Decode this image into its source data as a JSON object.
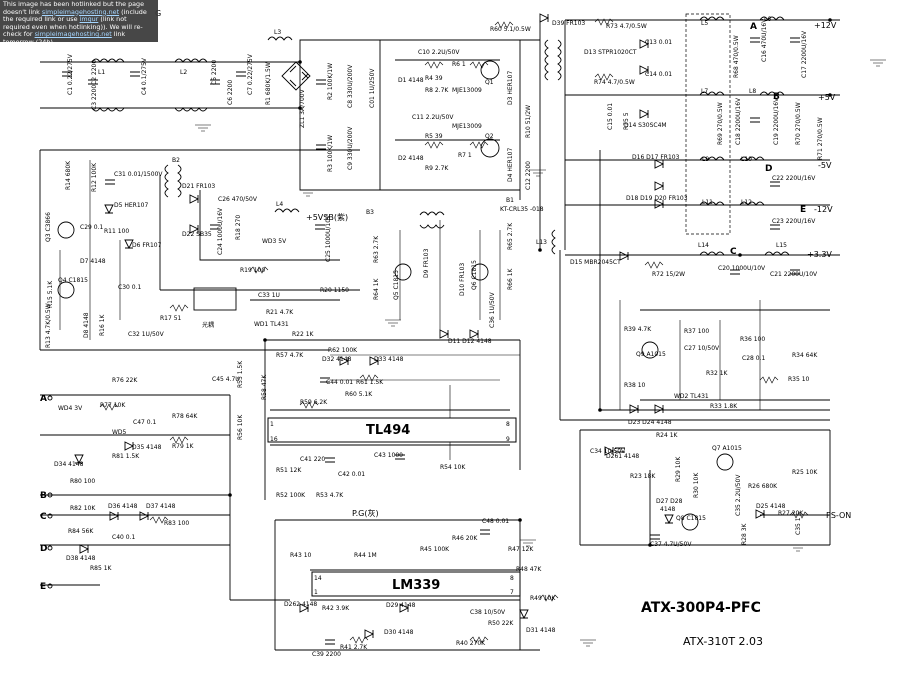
{
  "notice": {
    "t1": "This image has been hotlinked but the page doesn't link ",
    "link1": "simpleimagehosting.net",
    "t2": " (include the required link or use ",
    "link2": "imgur",
    "t3": " (link not required even when hotlinking)). We will re-check for ",
    "link3": "simpleimagehosting.net",
    "t4": " link tomorrow (24h)."
  },
  "titles": {
    "main": "ATX-300P4-PFC",
    "sub": "ATX-310T 2.03"
  },
  "ics": {
    "u1": "TL494",
    "u2": "LM339"
  },
  "rails": {
    "p12": "+12V",
    "p5": "+5V",
    "m5": "-5V",
    "m12": "-12V",
    "p33": "+3.3V",
    "vsb": "+5VSB(紫)",
    "pg": "P.G(灰)",
    "pson": "PS-ON",
    "g": "G",
    "optic": "光耦"
  },
  "nodes": [
    "A",
    "B",
    "C",
    "D",
    "E"
  ],
  "parts": {
    "C1": "C1 0.22/275V",
    "C2": "C2 2200",
    "C3": "C3 2200",
    "C4": "C4 0.1/275V",
    "C5": "C5 2200",
    "C6": "C6 2200",
    "C7": "C7 0.22/275V",
    "L1": "L1",
    "L2": "L2",
    "L3": "L3",
    "R1": "R1 680K/1.5W",
    "ZL1": "ZL1 3A/700V",
    "R2": "R2 100K/1W",
    "R3": "R3 100K/1W",
    "C8": "C8 330U/200V",
    "C9": "C9 330U/200V",
    "C01": "C01 1U/250V",
    "B1": "B1",
    "B2": "B2",
    "B3": "B3",
    "BL": "KT-CRL35 -018",
    "C10": "C10 2.2U/50V",
    "R4": "R4 39",
    "R6": "R6 1",
    "R8": "R8 2.7K",
    "D1": "D1 4148",
    "Q1": "Q1",
    "Q1t": "MJE13009",
    "D3": "D3 HER107",
    "C11": "C11 2.2U/50V",
    "R5": "R5 39",
    "R7": "R7 1",
    "R9": "R9 2.7K",
    "D2": "D2 4148",
    "Q2": "Q2",
    "Q2t": "MJE13009",
    "D4": "D4 HER107",
    "R10": "R10 51/2W",
    "C12": "C12 2200",
    "R60": "R60 5.1/0.5W",
    "D39": "D39 FR103",
    "R73": "R73 4.7/0.5W",
    "C13": "C13 0.01",
    "D13": "D13 STPR1020CT",
    "R74": "R74 4.7/0.5W",
    "C14": "C14 0.01",
    "C15": "C15 0.01",
    "R75": "R75 5",
    "D14": "D14 S30SC4M",
    "L5": "L5",
    "L6": "L6",
    "L7": "L7",
    "L8": "L8",
    "L9": "L9",
    "L10": "L10",
    "L11": "L11",
    "L12": "L12",
    "L13": "L13",
    "L14": "L14",
    "L15": "L15",
    "R68": "R68 470/0.5W",
    "C16": "C16 470U/16V",
    "C17": "C17 2200U/16V",
    "C18": "C18 2200U/16V",
    "C19": "C19 2200U/16V",
    "R69": "R69 270/0.5W",
    "R70": "R70 270/0.5W",
    "R71": "R71 270/0.5W",
    "D16": "D16 D17 FR103",
    "D18": "D18 D19 D20 FR103",
    "C22": "C22 220U/16V",
    "C23": "C23 220U/16V",
    "D15": "D15 MBR2045CT",
    "R72": "R72 15/2W",
    "C20": "C20 1000U/10V",
    "C21": "C21 2200U/10V",
    "R14": "R14 680K",
    "R12": "R12 100K",
    "C31": "C31 0.01/1500V",
    "D5": "D5 HER107",
    "D21": "D21 FR103",
    "D22": "D22 SB35",
    "C26": "C26 470/50V",
    "C24": "C24 1000U/16V",
    "R18": "R18 270",
    "L4": "L4",
    "WD3": "WD3 5V",
    "C25": "C25 1000U/10V",
    "Q3": "Q3 C3866",
    "C29": "C29 0.1",
    "R11": "R11 100",
    "D6": "D6 FR107",
    "D7": "D7 4148",
    "Q4": "Q4 C1815",
    "C30": "C30 0.1",
    "R15": "R15 5.1K",
    "R16": "R16 1K",
    "D8": "D8 4148",
    "R13": "R13 4.7K/0.5W",
    "R17": "R17 51",
    "C32": "C32 1U/50V",
    "R19": "R19 100",
    "R20": "R20 1150",
    "C33": "C33 1U",
    "R21": "R21 4.7K",
    "WD1": "WD1 TL431",
    "R22": "R22 1K",
    "R63": "R63 2.7K",
    "R64": "R64 1K",
    "Q5": "Q5 C1815",
    "D9": "D9 FR103",
    "D10": "D10 FR103",
    "Q6": "Q6 C1815",
    "R65": "R65 2.7K",
    "R66": "R66 1K",
    "C36": "C36 1U/50V",
    "D11": "D11 D12 4148",
    "R57": "R57 4.7K",
    "R62": "R62 100K",
    "D32": "D32 4148",
    "D33": "D33 4148",
    "C44": "C44 0.01",
    "R61": "R61 1.5K",
    "R60b": "R60 5.1K",
    "R59": "R59 6.2K",
    "R58": "R58 47K",
    "R55": "R55 1.5K",
    "R56": "R56 10K",
    "C45": "C45 4.7U",
    "C41": "C41 220",
    "C42": "C42 0.01",
    "C43": "C43 1000",
    "R54": "R54 10K",
    "R51": "R51 12K",
    "R52": "R52 100K",
    "R53": "R53 4.7K",
    "R76": "R76 22K",
    "R77": "R77 10K",
    "C47": "C47 0.1",
    "R78": "R78 64K",
    "R79": "R79 1K",
    "WD4": "WD4 3V",
    "WD5": "WD5",
    "R81": "R81 1.5K",
    "D35": "D35 4148",
    "D34": "D34 4148",
    "R80": "R80 100",
    "R82": "R82 10K",
    "D36": "D36 4148",
    "D37": "D37 4148",
    "R83": "R83 100",
    "R84": "R84 56K",
    "C40": "C40 0.1",
    "D38": "D38 4148",
    "R85": "R85 1K",
    "R43": "R43 10",
    "R44": "R44 1M",
    "R45": "R45 100K",
    "R46": "R46 20K",
    "C48": "C48 0.01",
    "R47": "R47 12K",
    "R48": "R48 47K",
    "R49": "R49 10K",
    "D262": "D262 4148",
    "R42": "R42 3.9K",
    "D29": "D29 4148",
    "D30": "D30 4148",
    "R41": "R41 2.7K",
    "C39": "C39 2200",
    "C38": "C38 10/50V",
    "R50": "R50 22K",
    "D31": "D31 4148",
    "R40": "R40 270K",
    "R39": "R39 4.7K",
    "Q9": "Q9 A1015",
    "R37": "R37 100",
    "C27": "C27 10/50V",
    "R36": "R36 100",
    "C28": "C28 0.1",
    "R32": "R32 1K",
    "WD2": "WD2 TL431",
    "R38": "R38 10",
    "R33": "R33 1.8K",
    "R34": "R34 64K",
    "R35": "R35 10",
    "D23": "D23 D24 4148",
    "C34": "C34 10/50V",
    "D261": "D261 4148",
    "R24": "R24 1K",
    "R23": "R23 18K",
    "Q7": "Q7 A1015",
    "R29": "R29 10K",
    "R30": "R30 10K",
    "C35": "C35 2.2U/50V",
    "R26": "R26 680K",
    "R25": "R25 10K",
    "D27": "D27 D28",
    "D28b": "4148",
    "Q8": "Q8 C1815",
    "R28": "R28 3K",
    "D25": "D25 4148",
    "R27": "R27 20K",
    "C37": "C37 4.7U/50V",
    "C35b": "C35 1"
  }
}
